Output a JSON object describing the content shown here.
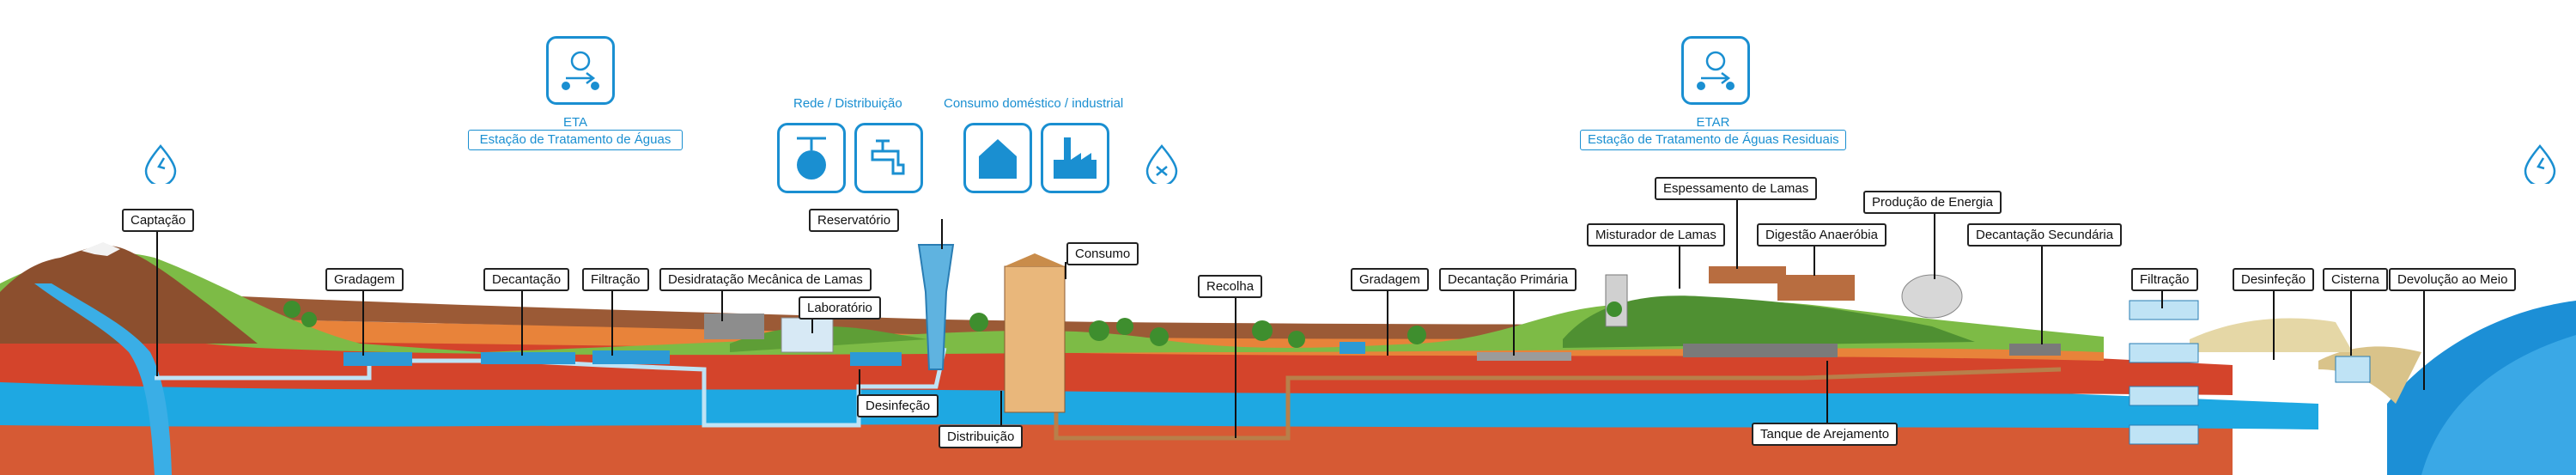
{
  "eta": {
    "abbr": "ETA",
    "name": "Estação de Tratamento de Águas"
  },
  "etar": {
    "abbr": "ETAR",
    "name": "Estação de Tratamento de Águas Residuais"
  },
  "distribution_label": "Rede / Distribuição",
  "consumption_label": "Consumo doméstico / industrial",
  "callouts": {
    "captacao": "Captação",
    "gradagem_1": "Gradagem",
    "decantacao": "Decantação",
    "filtracao_1": "Filtração",
    "desidratacao": "Desidratação Mecânica de Lamas",
    "laboratorio": "Laboratório",
    "reservatorio": "Reservatório",
    "desinfecao_1": "Desinfeção",
    "distribuicao": "Distribuição",
    "consumo": "Consumo",
    "recolha": "Recolha",
    "gradagem_2": "Gradagem",
    "decantacao_primaria": "Decantação Primária",
    "misturador": "Misturador de Lamas",
    "espessamento": "Espessamento de Lamas",
    "digestao": "Digestão Anaeróbia",
    "producao_energia": "Produção de Energia",
    "decantacao_secundaria": "Decantação Secundária",
    "tanque_arejamento": "Tanque de Arejamento",
    "filtracao_2": "Filtração",
    "desinfecao_2": "Desinfeção",
    "cisterna": "Cisterna",
    "devolucao": "Devolução ao Meio"
  },
  "colors": {
    "accent": "#1a8fd1",
    "soil_red": "#d4462a",
    "aquifer_blue": "#1aa0dc",
    "grass": "#6aa83c",
    "sea": "#1c8fd6"
  },
  "icons": [
    "water-drop-icon",
    "eta-cycle-icon",
    "network-icon",
    "tap-icon",
    "house-icon",
    "factory-icon",
    "drop-with-x-icon",
    "etar-cycle-icon"
  ]
}
